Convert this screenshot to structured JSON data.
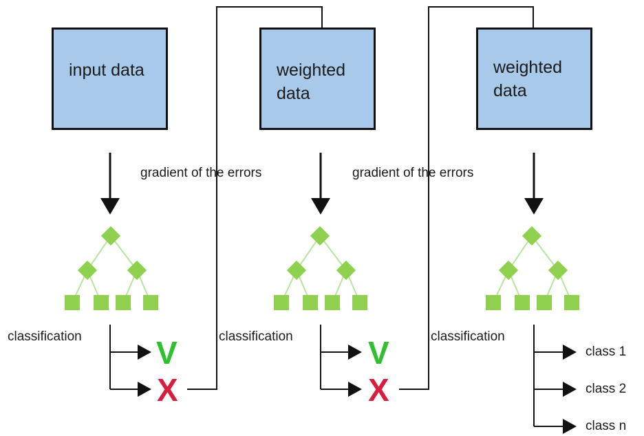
{
  "stages": [
    {
      "box_text": "input data"
    },
    {
      "box_text": "weighted\ndata"
    },
    {
      "box_text": "weighted\ndata"
    }
  ],
  "feedback_label": "gradient of the errors",
  "classification_label": "classification",
  "correct_mark": "V",
  "wrong_mark": "X",
  "classes": [
    "class 1",
    "class 2",
    "class n"
  ],
  "colors": {
    "box_fill": "#a9c9ea",
    "tree_node": "#8fd14f",
    "correct": "#2ec02e",
    "wrong": "#d81e3c"
  }
}
